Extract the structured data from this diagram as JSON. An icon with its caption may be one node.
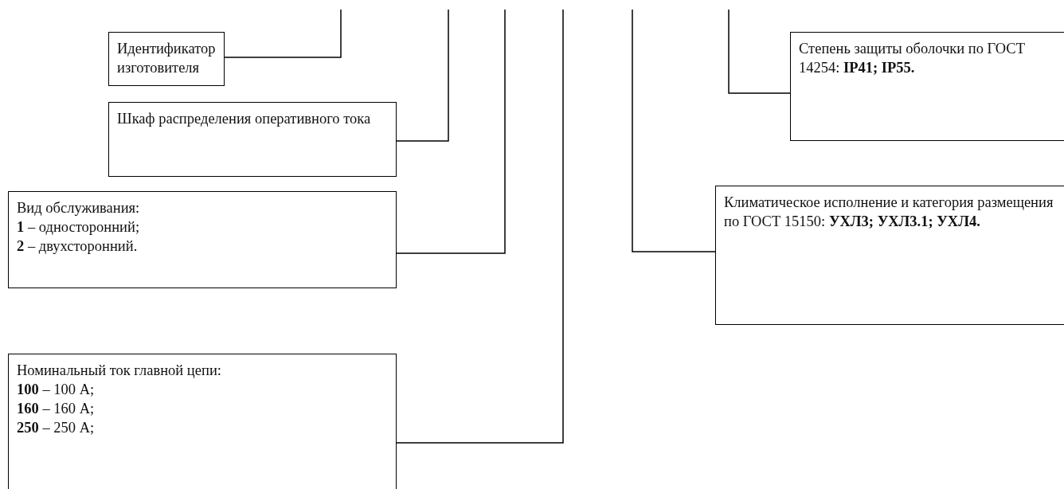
{
  "diagram": {
    "nodes": [
      {
        "text": [
          "Идентификатор изготовителя"
        ]
      },
      {
        "text": [
          "Шкаф распределения оперативного тока"
        ]
      },
      {
        "text": [
          "Вид обслуживания:",
          "**1** – односторонний;",
          "**2** – двухсторонний."
        ]
      },
      {
        "text": [
          "Номинальный ток главной цепи:",
          "**100** – 100 А;",
          "**160** – 160 А;",
          "**250** – 250 А;"
        ]
      },
      {
        "text": [
          "Степень защиты оболочки по ГОСТ 14254: **IP41; IP55.**"
        ]
      },
      {
        "text": [
          "Климатическое исполнение и категория размещения по ГОСТ 15150: **УХЛ3; УХЛ3.1; УХЛ4.**"
        ]
      }
    ],
    "edges": [
      {
        "from": 0,
        "to": null,
        "arrow": "none"
      },
      {
        "from": 1,
        "to": null,
        "arrow": "none"
      },
      {
        "from": 2,
        "to": null,
        "arrow": "none"
      },
      {
        "from": 3,
        "to": null,
        "arrow": "none"
      },
      {
        "from": 4,
        "to": null,
        "arrow": "none"
      },
      {
        "from": 5,
        "to": null,
        "arrow": "none"
      }
    ]
  }
}
